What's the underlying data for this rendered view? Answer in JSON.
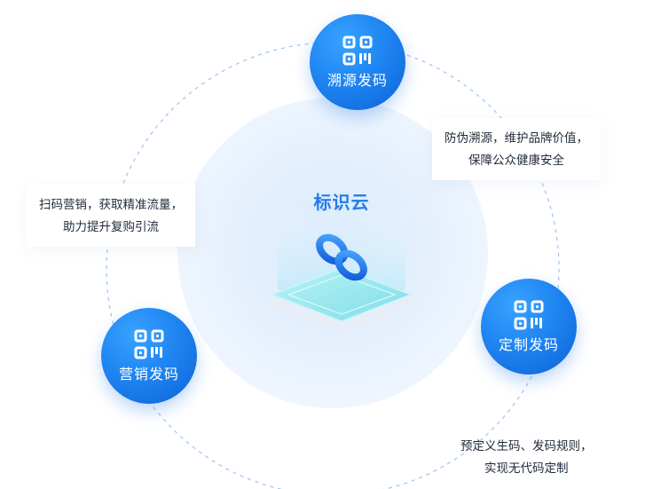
{
  "center": {
    "title": "标识云"
  },
  "nodes": [
    {
      "id": "traceability",
      "label": "溯源发码",
      "icon": "qr-code-icon"
    },
    {
      "id": "custom",
      "label": "定制发码",
      "icon": "qr-code-icon"
    },
    {
      "id": "marketing",
      "label": "营销发码",
      "icon": "qr-code-icon"
    }
  ],
  "descriptions": {
    "traceability": [
      "防伪溯源，维护品牌价值，",
      "保障公众健康安全"
    ],
    "marketing": [
      "扫码营销，获取精准流量，",
      "助力提升复购引流"
    ],
    "custom": [
      "预定义生码、发码规则，",
      "实现无代码定制"
    ]
  },
  "colors": {
    "node_blue": "#1f85f2",
    "title_blue": "#1f7be8",
    "ring_dash": "#9cc3f2",
    "text": "#1f2a3a"
  }
}
